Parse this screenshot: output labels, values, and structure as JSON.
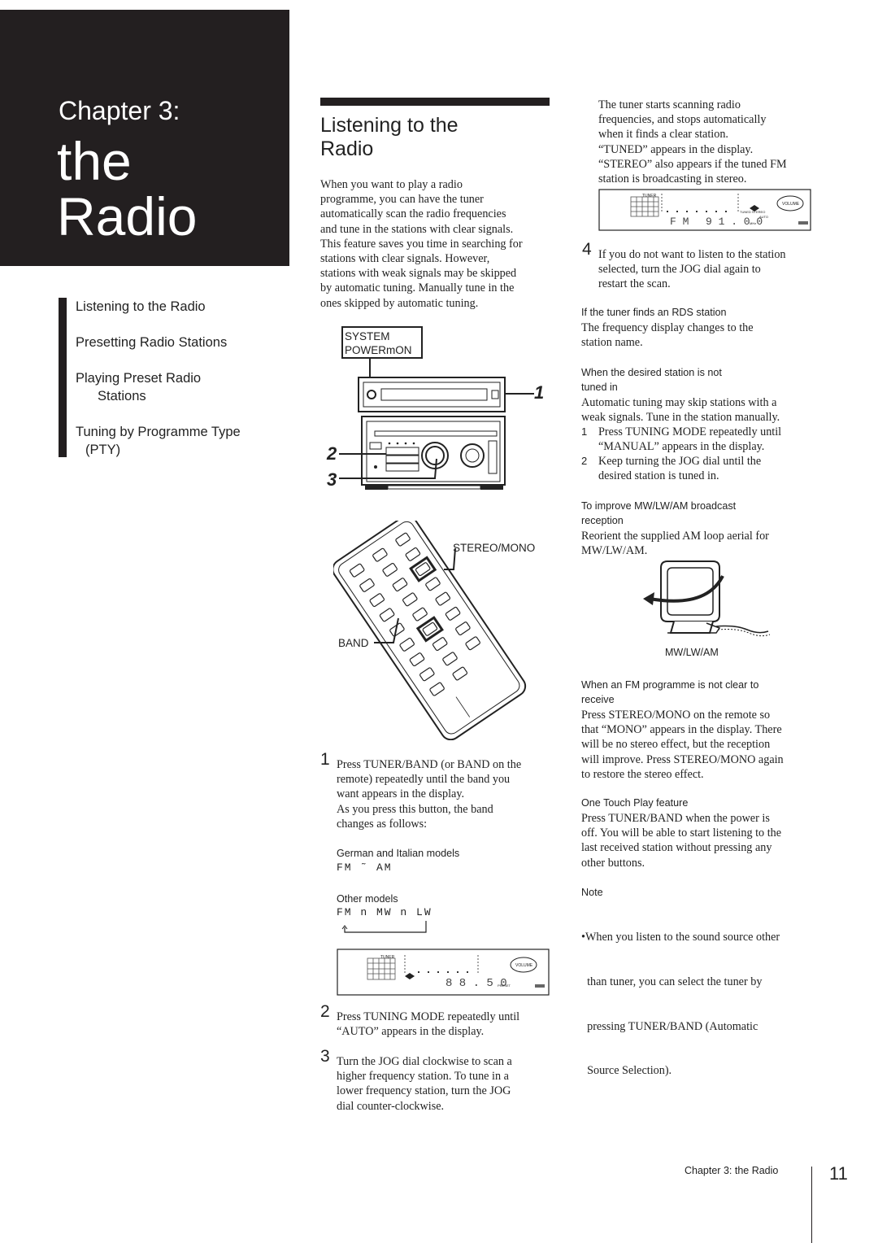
{
  "chapter": {
    "label": "Chapter 3:",
    "title_line1": "the",
    "title_line2": "Radio"
  },
  "toc": [
    "Listening to the Radio",
    "Presetting Radio Stations",
    "Playing Preset Radio",
    "Stations",
    "Tuning by Programme Type",
    "(PTY)"
  ],
  "section": {
    "title_line1": "Listening to the",
    "title_line2": "Radio"
  },
  "intro": [
    "When you want to play a radio",
    "programme, you can have the tuner",
    "automatically scan the radio frequencies",
    "and tune in the stations with clear signals.",
    "This feature saves you time in searching for",
    "stations with clear signals. However,",
    "stations with weak signals may be skipped",
    "by automatic tuning. Manually tune in the",
    "ones skipped by automatic tuning."
  ],
  "unit_fig": {
    "system_label": "SYSTEM",
    "power_label": "POWERmON",
    "callout_1": "1",
    "callout_2": "2",
    "callout_3": "3"
  },
  "remote_fig": {
    "stereo_label": "STEREO/MONO",
    "band_label": "BAND"
  },
  "step1": {
    "num": "1",
    "lines": [
      "Press TUNER/BAND (or BAND on the",
      "remote) repeatedly until the  band you",
      "want appears in the display.",
      "As you press this button, the band",
      "changes as follows:"
    ],
    "german_heading": "German and Italian models",
    "german_seq": "FM ˜ AM",
    "other_heading": "Other models",
    "other_seq": "FM n MW n LW"
  },
  "display_bottom": {
    "tuner": "TUNER",
    "freq": "8 8 . 5 0",
    "preset": "PRESET",
    "volume": "VOLUME"
  },
  "step2": {
    "num": "2",
    "lines": [
      "Press TUNING MODE repeatedly until",
      "“AUTO” appears in the display."
    ]
  },
  "step3": {
    "num": "3",
    "lines": [
      "Turn the JOG dial clockwise to scan a",
      "higher frequency station. To tune in a",
      "lower frequency station, turn the JOG",
      "dial counter-clockwise."
    ]
  },
  "right_top": [
    "The tuner starts scanning radio",
    "frequencies, and stops automatically",
    "when it finds a clear station.",
    "“TUNED” appears in the display.",
    "“STEREO” also appears if the tuned FM",
    "station is broadcasting in stereo."
  ],
  "display_top": {
    "tuner": "TUNER",
    "band": "F M",
    "freq": "9 1 . 0 0",
    "unit": "MHz",
    "stereo": "TUNED STEREO",
    "auto": "AUTO",
    "volume": "VOLUME"
  },
  "step4": {
    "num": "4",
    "lines": [
      "If you do not want to listen to the station",
      "selected, turn the JOG dial again to",
      "restart the scan."
    ]
  },
  "rds": {
    "heading": "If the tuner finds an RDS station",
    "lines": [
      "The frequency display changes to the",
      "station name."
    ]
  },
  "manual": {
    "heading_lines": [
      "When the desired station is not",
      "tuned in"
    ],
    "lines": [
      "Automatic tuning may skip stations with a",
      "weak signals. Tune in the station manually."
    ],
    "item1_num": "1",
    "item1": [
      "Press TUNING MODE repeatedly until",
      "“MANUAL” appears in the display."
    ],
    "item2_num": "2",
    "item2": [
      "Keep turning the JOG dial until the",
      "desired station is tuned in."
    ]
  },
  "am": {
    "heading_lines": [
      "To improve MW/LW/AM broadcast",
      "reception"
    ],
    "lines": [
      "Reorient the supplied AM loop aerial for",
      "MW/LW/AM."
    ],
    "fig_caption": "MW/LW/AM"
  },
  "fm_clear": {
    "heading_lines": [
      "When an FM programme is not clear to",
      "receive"
    ],
    "lines": [
      "Press STEREO/MONO on the remote so",
      "that “MONO” appears in the display. There",
      "will be no stereo effect, but the reception",
      "will improve. Press STEREO/MONO again",
      "to restore the stereo effect."
    ]
  },
  "one_touch": {
    "heading": "One Touch Play feature",
    "lines": [
      "Press TUNER/BAND when the power is",
      "off. You will be able to start listening to the",
      "last received station without pressing any",
      "other buttons."
    ]
  },
  "note": {
    "heading": "Note",
    "lines": [
      "•When you listen to the sound source other",
      "  than tuner, you can select the tuner by",
      "  pressing TUNER/BAND (Automatic",
      "  Source Selection)."
    ]
  },
  "footer": {
    "text": "Chapter 3: the Radio",
    "page": "11"
  }
}
